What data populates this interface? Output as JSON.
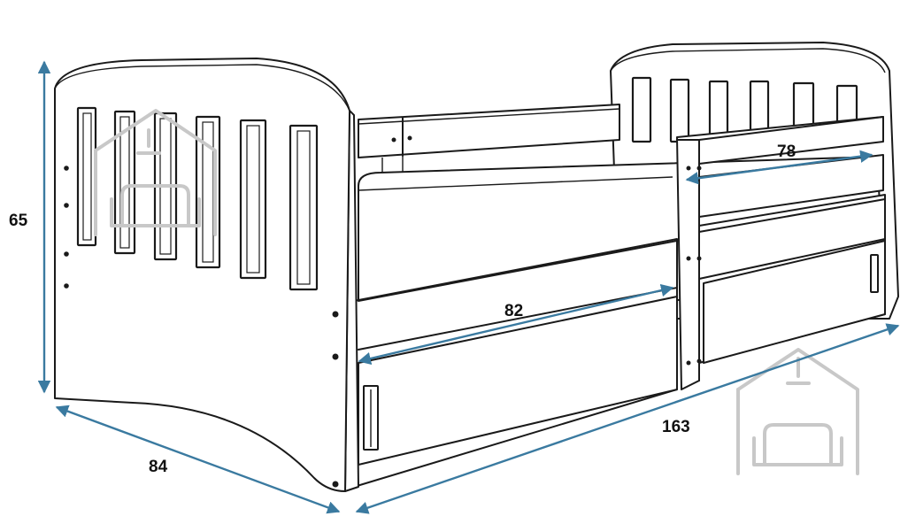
{
  "dimensions": {
    "height": "65",
    "depth": "84",
    "length": "163",
    "inner_length": "82",
    "sleeping_width": "78"
  },
  "colors": {
    "line": "#1a1a1a",
    "dimension_arrow": "#3a7aa0",
    "watermark": "#c8c8c8"
  },
  "icons": [
    "house-watermark-icon"
  ]
}
